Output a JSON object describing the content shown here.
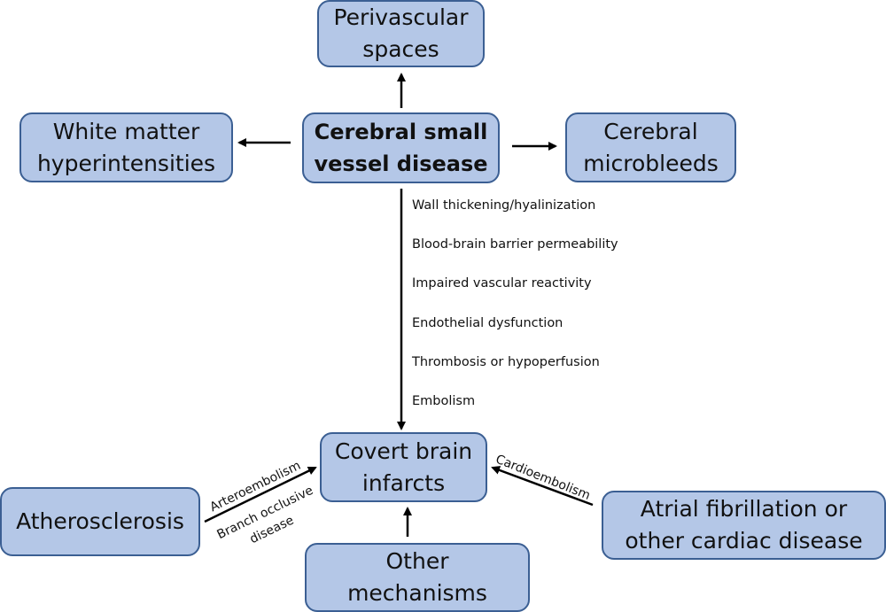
{
  "nodes": {
    "perivascular": [
      "Perivascular",
      "spaces"
    ],
    "white_matter": [
      "White matter",
      "hyperintensities"
    ],
    "csvd": [
      "Cerebral small",
      "vessel disease"
    ],
    "microbleeds": [
      "Cerebral",
      "microbleeds"
    ],
    "covert": [
      "Covert brain",
      "infarcts"
    ],
    "atherosclerosis": [
      "Atherosclerosis"
    ],
    "atrial": [
      "Atrial fibrillation or",
      "other cardiac disease"
    ],
    "other": [
      "Other",
      "mechanisms"
    ]
  },
  "mechanisms": [
    "Wall thickening/hyalinization",
    "Blood-brain barrier permeability",
    "Impaired vascular reactivity",
    "Endothelial dysfunction",
    "Thrombosis or hypoperfusion",
    "Embolism"
  ],
  "edge_labels": {
    "arteroembolism": "Arteroembolism",
    "branch_1": "Branch occlusive",
    "branch_2": "disease",
    "cardioembolism": "Cardioembolism"
  }
}
